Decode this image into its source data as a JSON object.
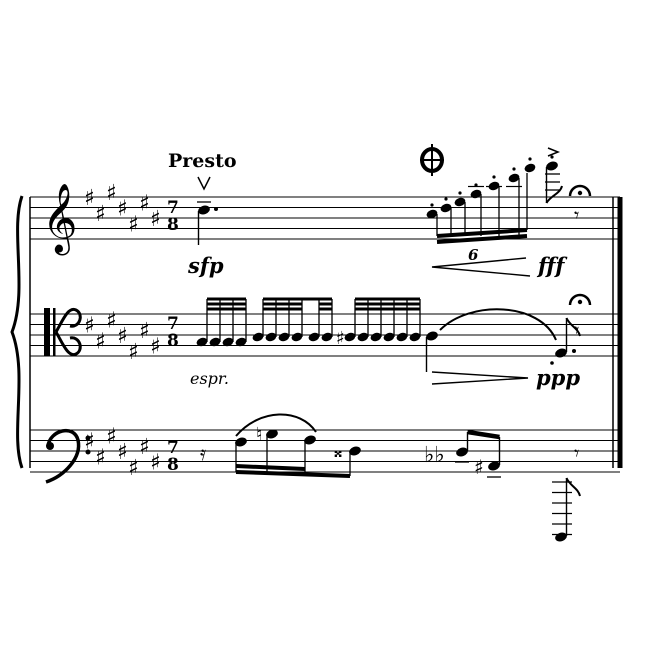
{
  "tempo": "Presto",
  "time_signature": {
    "numerator": "7",
    "denominator": "8"
  },
  "key_signature_sharps": 7,
  "staves": [
    {
      "name": "treble",
      "clef": "treble-clef-icon",
      "dynamics": [
        "sfp",
        "fff"
      ],
      "tuplet": "6"
    },
    {
      "name": "alto",
      "clef": "alto-clef-icon",
      "dynamics": [
        "ppp"
      ],
      "expression": "espr."
    },
    {
      "name": "bass",
      "clef": "bass-clef-icon"
    }
  ],
  "coda_symbol": "coda-icon",
  "fermata_symbol": "fermata-icon"
}
